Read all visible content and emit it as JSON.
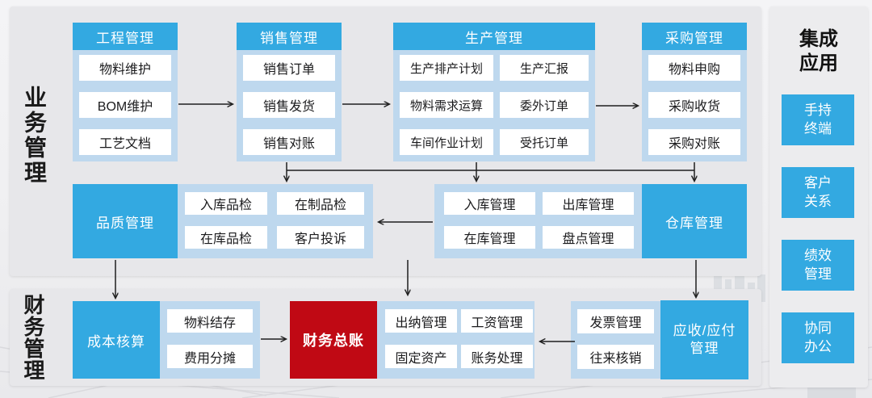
{
  "sections": {
    "business_label": "业务管理",
    "finance_label": "财务管理"
  },
  "top_columns": [
    {
      "header": "工程管理",
      "items": [
        "物料维护",
        "BOM维护",
        "工艺文档"
      ]
    },
    {
      "header": "销售管理",
      "items": [
        "销售订单",
        "销售发货",
        "销售对账"
      ]
    },
    {
      "header": "生产管理",
      "left_items": [
        "生产排产计划",
        "物料需求运算",
        "车间作业计划"
      ],
      "right_items": [
        "生产汇报",
        "委外订单",
        "受托订单"
      ]
    },
    {
      "header": "采购管理",
      "items": [
        "物料申购",
        "采购收货",
        "采购对账"
      ]
    }
  ],
  "middle_row": {
    "quality_block": "品质管理",
    "quality_items": [
      "入库品检",
      "在制品检",
      "在库品检",
      "客户投诉"
    ],
    "warehouse_items": [
      "入库管理",
      "出库管理",
      "在库管理",
      "盘点管理"
    ],
    "warehouse_block": "仓库管理"
  },
  "bottom_row": {
    "cost_block": "成本核算",
    "cost_items": [
      "物料结存",
      "费用分摊"
    ],
    "ledger_block": "财务总账",
    "finance_items": [
      "出纳管理",
      "工资管理",
      "固定资产",
      "账务处理"
    ],
    "invoice_items": [
      "发票管理",
      "往来核销"
    ],
    "arap_block": "应收/应付管理"
  },
  "integration": {
    "title": "集成应用",
    "items": [
      "手持终端",
      "客户关系",
      "绩效管理",
      "协同办公"
    ]
  },
  "colors": {
    "accent_blue": "#33a9e1",
    "panel_light_blue": "#bed8ee",
    "panel_gray": "#e7e7ea",
    "ledger_red": "#c00914",
    "arrow": "#1f1f1f"
  }
}
